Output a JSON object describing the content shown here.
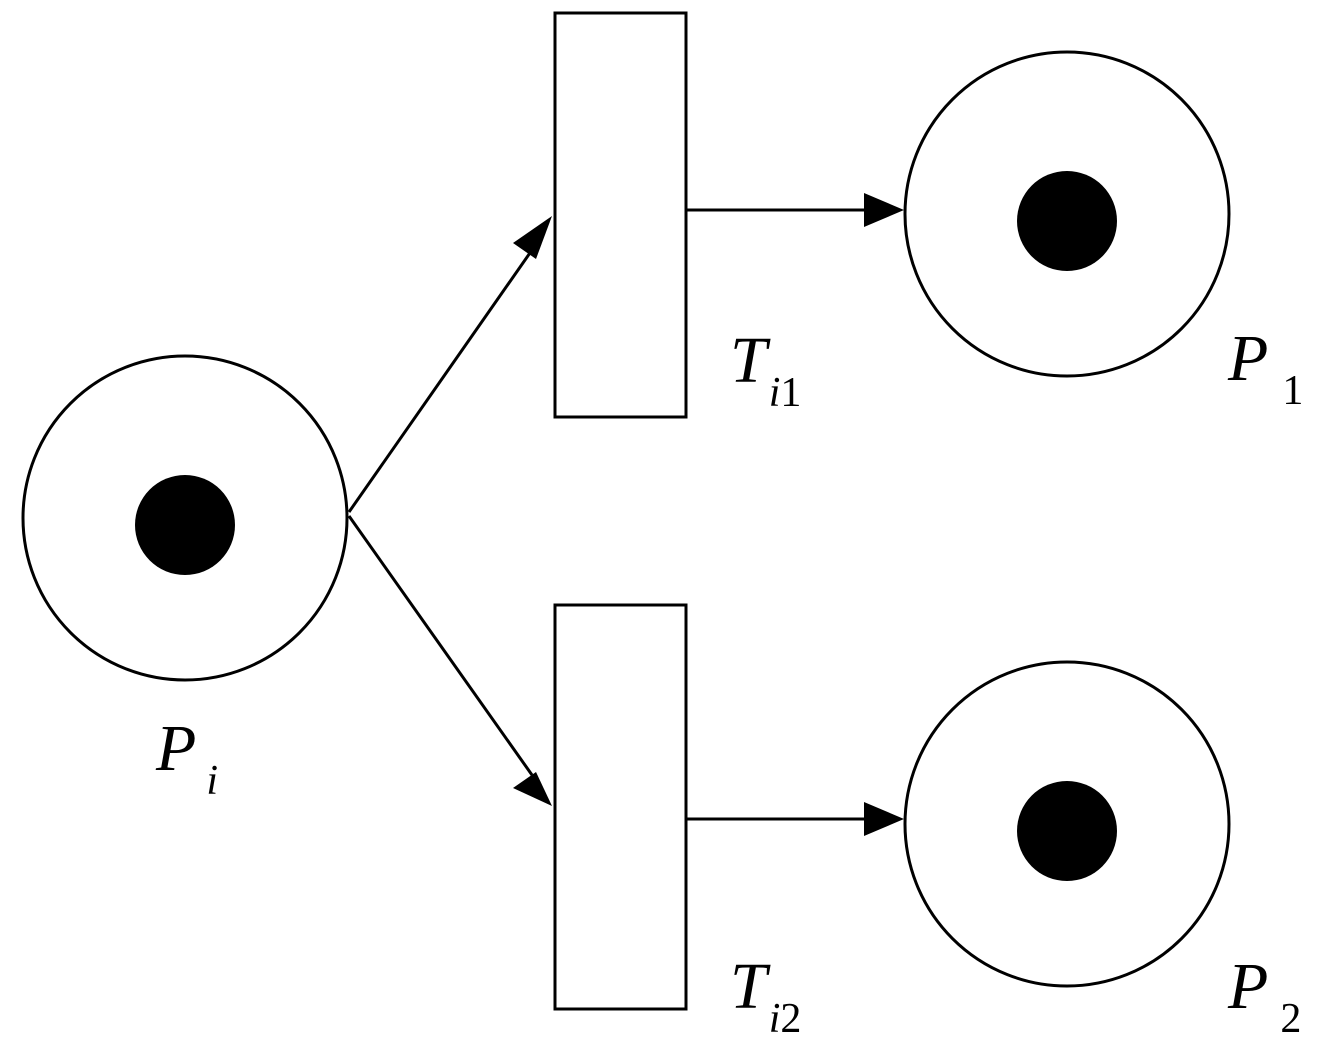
{
  "places": [
    {
      "id": "Pi",
      "label_main": "P",
      "label_sub": "i",
      "sub_italic": true,
      "tokens": 1
    },
    {
      "id": "P1",
      "label_main": "P",
      "label_sub": "1",
      "sub_italic": false,
      "tokens": 1
    },
    {
      "id": "P2",
      "label_main": "P",
      "label_sub": "2",
      "sub_italic": false,
      "tokens": 1
    }
  ],
  "transitions": [
    {
      "id": "Ti1",
      "label_main": "T",
      "label_sub_italic": "i",
      "label_sub_num": "1"
    },
    {
      "id": "Ti2",
      "label_main": "T",
      "label_sub_italic": "i",
      "label_sub_num": "2"
    }
  ],
  "arcs": [
    {
      "from": "Pi",
      "to": "Ti1"
    },
    {
      "from": "Pi",
      "to": "Ti2"
    },
    {
      "from": "Ti1",
      "to": "P1"
    },
    {
      "from": "Ti2",
      "to": "P2"
    }
  ],
  "colors": {
    "stroke": "#000000",
    "token": "#000000",
    "background": "#ffffff"
  }
}
